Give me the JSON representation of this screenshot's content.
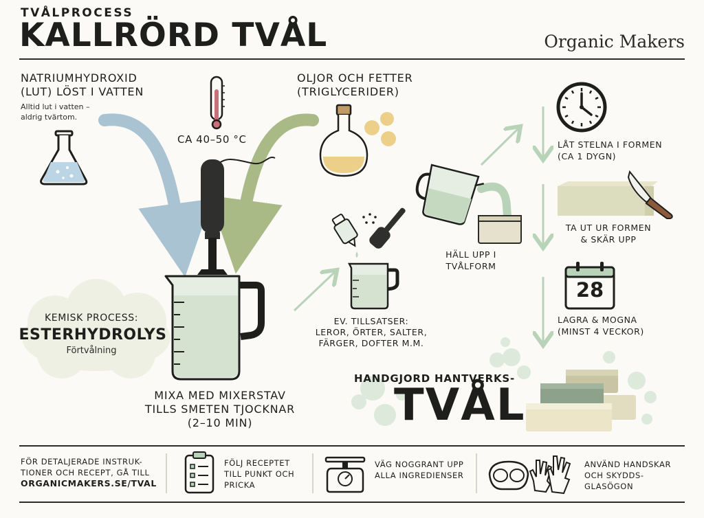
{
  "header": {
    "subtitle": "TVÅLPROCESS",
    "title": "KALLRÖRD TVÅL",
    "brand": "Organic Makers"
  },
  "lye": {
    "title_line1": "NATRIUMHYDROXID",
    "title_line2": "(LUT) LÖST I VATTEN",
    "note_line1": "Alltid lut i vatten –",
    "note_line2": "aldrig tvärtom."
  },
  "temperature": {
    "label": "CA 40–50 °C"
  },
  "oils": {
    "title_line1": "OLJOR OCH FETTER",
    "title_line2": "(TRIGLYCERIDER)"
  },
  "chemistry": {
    "label": "KEMISK PROCESS:",
    "name": "ESTERHYDROLYS",
    "sub": "Förtvålning"
  },
  "mix": {
    "line1": "MIXA MED MIXERSTAV",
    "line2": "TILLS SMETEN TJOCKNAR",
    "line3": "(2–10 MIN)"
  },
  "additives": {
    "line1": "EV. TILLSATSER:",
    "line2": "LEROR, ÖRTER, SALTER,",
    "line3": "FÄRGER, DOFTER M.M."
  },
  "pour": {
    "line1": "HÄLL UPP I",
    "line2": "TVÅLFORM"
  },
  "set": {
    "line1": "LÅT STELNA I FORMEN",
    "line2": "(CA 1 DYGN)"
  },
  "cut": {
    "line1": "TA UT UR FORMEN",
    "line2": "& SKÄR UPP"
  },
  "cure": {
    "day": "28",
    "line1": "LAGRA & MOGNA",
    "line2": "(MINST 4 VECKOR)"
  },
  "result": {
    "pre": "HANDGJORD HANTVERKS-",
    "word": "TVÅL"
  },
  "footer": {
    "info_line1": "FÖR DETALJERADE INSTRUK-",
    "info_line2": "TIONER OCH RECEPT, GÅ TILL",
    "info_link": "ORGANICMAKERS.SE/TVAL",
    "recipe_line1": "FÖLJ RECEPTET",
    "recipe_line2": "TILL PUNKT OCH",
    "recipe_line3": "PRICKA",
    "weigh_line1": "VÄG NOGGRANT UPP",
    "weigh_line2": "ALLA INGREDIENSER",
    "safety_line1": "ANVÄND HANDSKAR",
    "safety_line2": "OCH SKYDDS-",
    "safety_line3": "GLASÖGON"
  },
  "colors": {
    "ink": "#1e1f1c",
    "blue_arrow": "#a9c3d3",
    "green_arrow": "#a9ba86",
    "soap_green": "#d4e2cf",
    "oil_yellow": "#ecd08a",
    "light_green": "#b9d3b9"
  }
}
